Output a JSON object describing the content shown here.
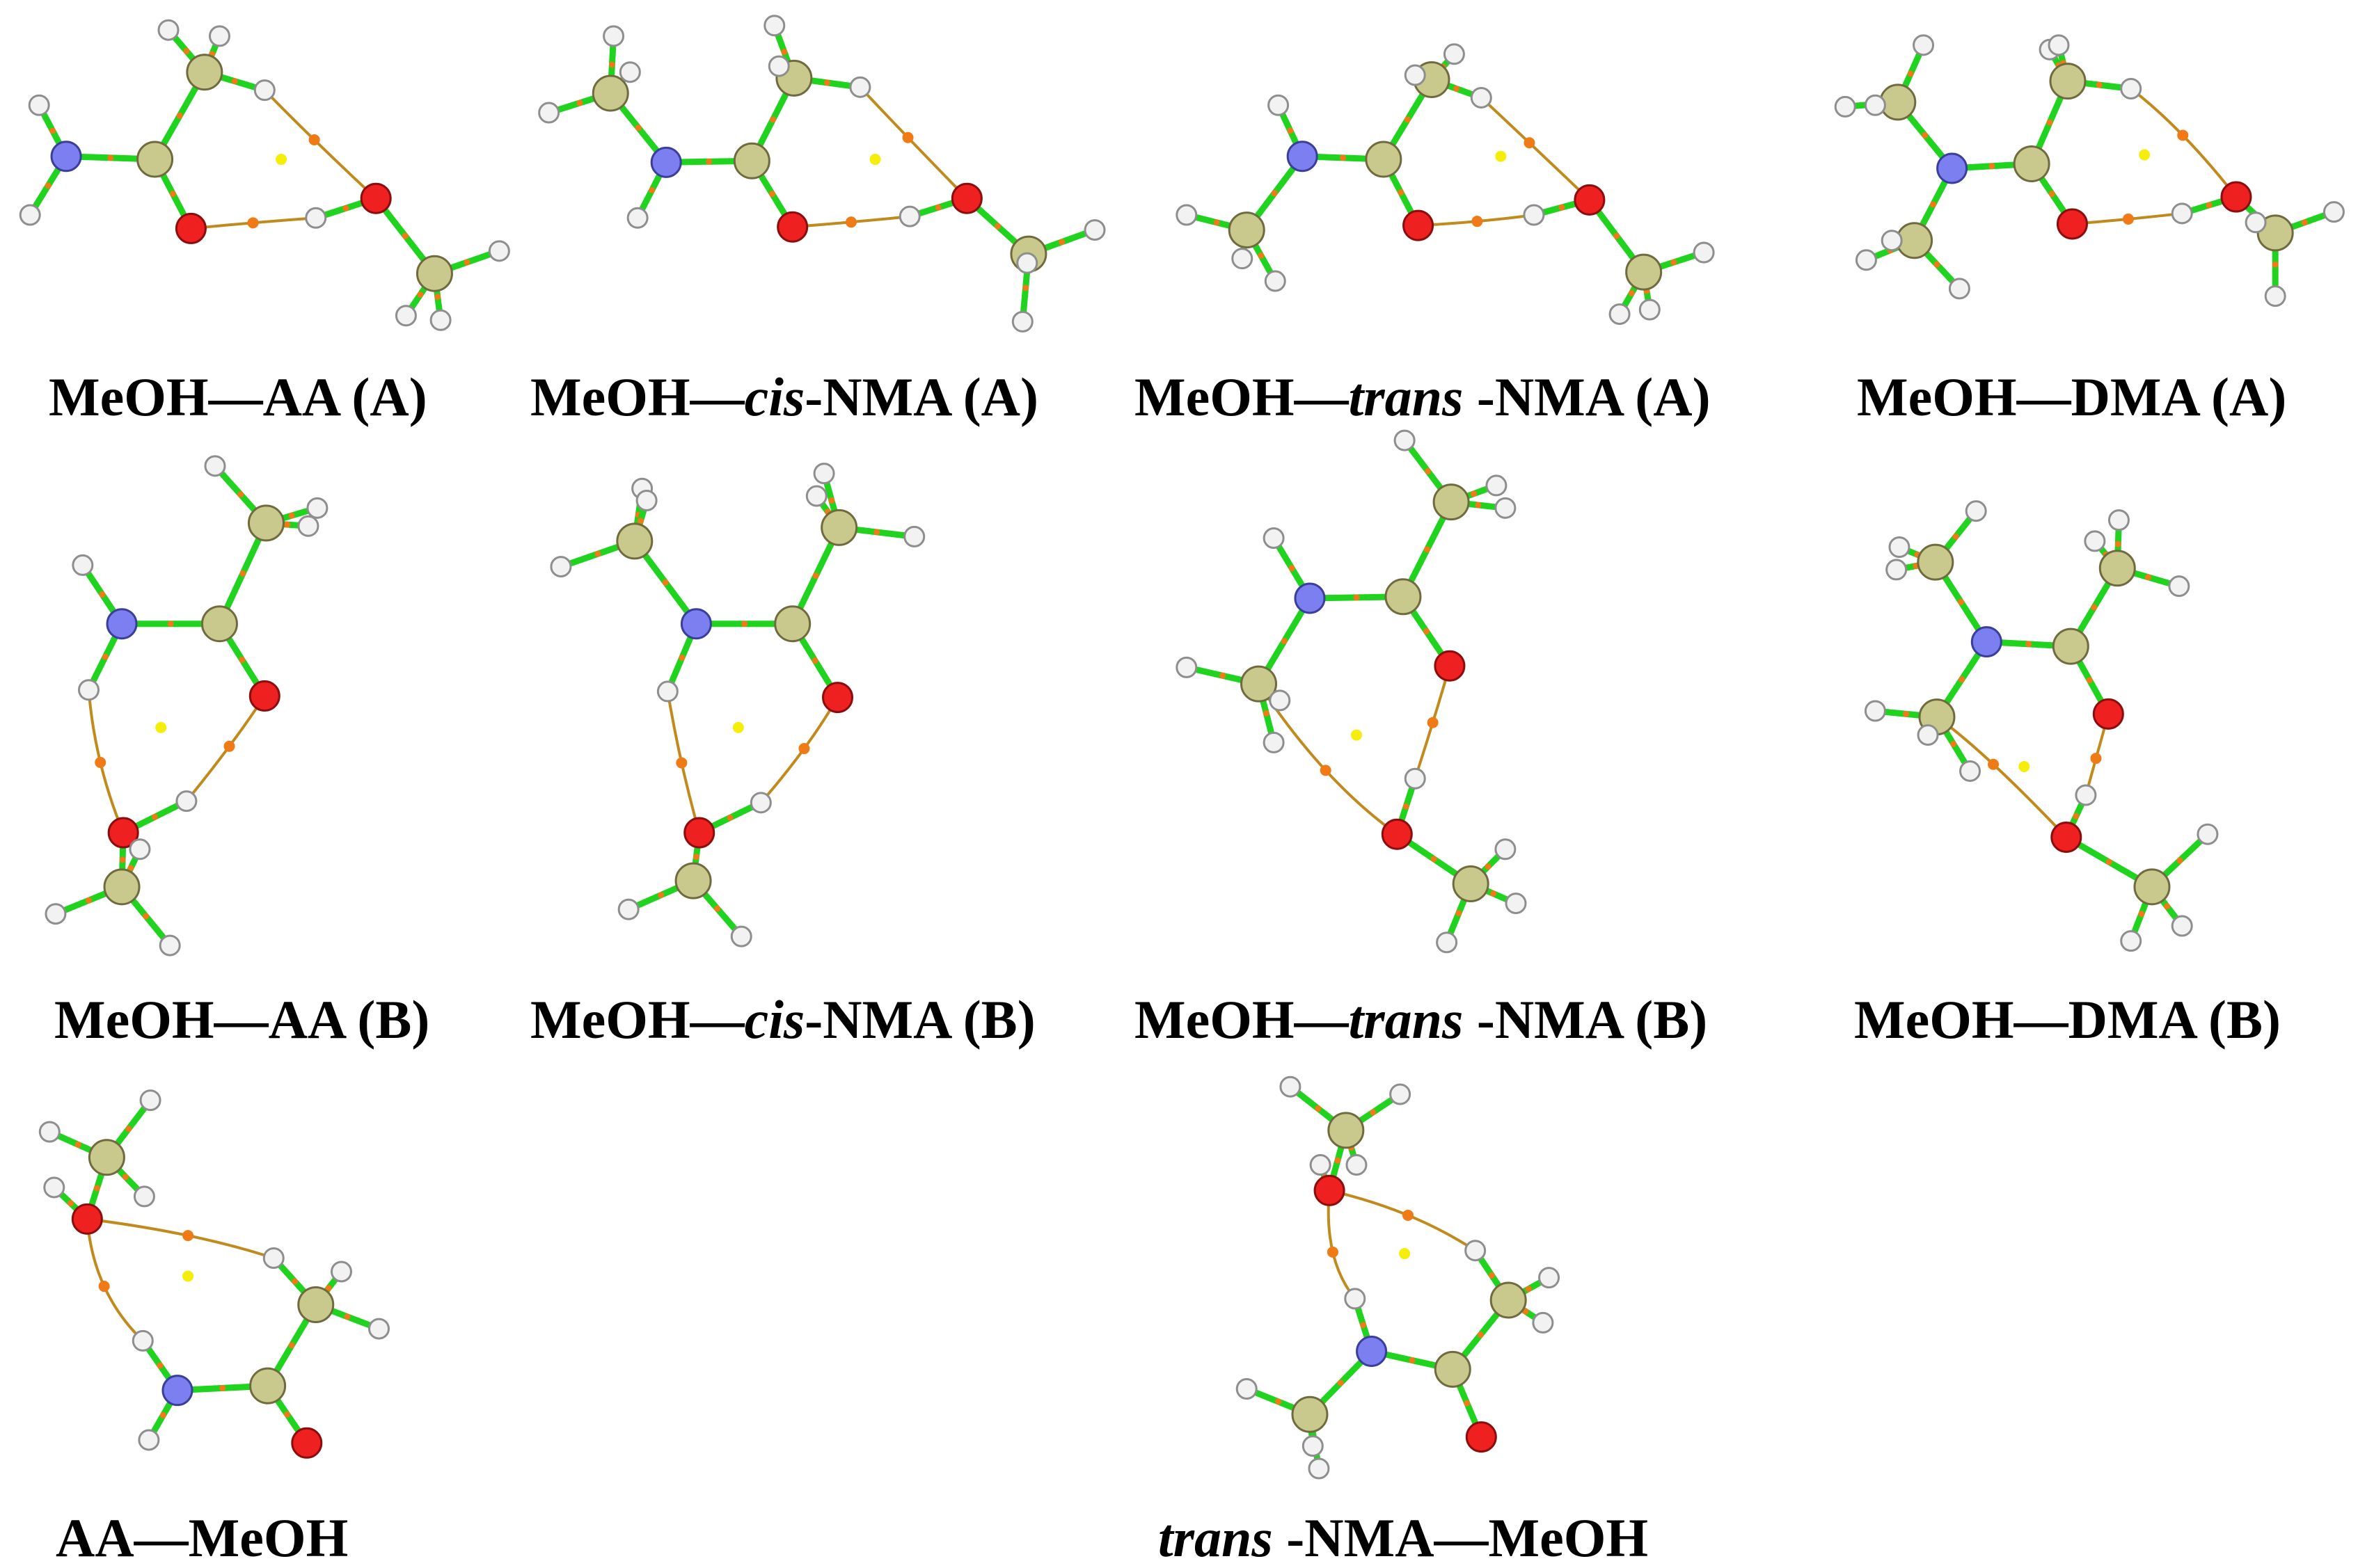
{
  "colors": {
    "carbon": "#c9c88d",
    "carbon_edge": "#6f6b3e",
    "nitrogen": "#7b7ff0",
    "nitrogen_edge": "#3b3e9a",
    "oxygen": "#ee2020",
    "oxygen_edge": "#8c0d0d",
    "hydrogen": "#f2f2f2",
    "hydrogen_edge": "#8e8e8e",
    "bond": "#1fd31f",
    "hbond": "#c08b1c",
    "bcp": "#f07a16",
    "rcp": "#f4ee0a",
    "text": "#000000"
  },
  "panels": [
    {
      "parts": [
        {
          "text": "MeOH—AA (A)",
          "italic": false
        }
      ]
    },
    {
      "parts": [
        {
          "text": "MeOH—",
          "italic": false
        },
        {
          "text": "cis",
          "italic": true
        },
        {
          "text": "-NMA (A)",
          "italic": false
        }
      ]
    },
    {
      "parts": [
        {
          "text": "MeOH—",
          "italic": false
        },
        {
          "text": "trans",
          "italic": true
        },
        {
          "text": " -NMA (A)",
          "italic": false
        }
      ]
    },
    {
      "parts": [
        {
          "text": "MeOH—DMA (A)",
          "italic": false
        }
      ]
    },
    {
      "parts": [
        {
          "text": "MeOH—AA (B)",
          "italic": false
        }
      ]
    },
    {
      "parts": [
        {
          "text": "MeOH—",
          "italic": false
        },
        {
          "text": "cis",
          "italic": true
        },
        {
          "text": "-NMA (B)",
          "italic": false
        }
      ]
    },
    {
      "parts": [
        {
          "text": "MeOH—",
          "italic": false
        },
        {
          "text": "trans",
          "italic": true
        },
        {
          "text": " -NMA (B)",
          "italic": false
        }
      ]
    },
    {
      "parts": [
        {
          "text": "MeOH—DMA (B)",
          "italic": false
        }
      ]
    },
    {
      "parts": [
        {
          "text": "AA—MeOH",
          "italic": false
        }
      ]
    },
    {
      "parts": [
        {
          "text": "trans",
          "italic": true
        },
        {
          "text": " -NMA—MeOH",
          "italic": false
        }
      ]
    }
  ]
}
